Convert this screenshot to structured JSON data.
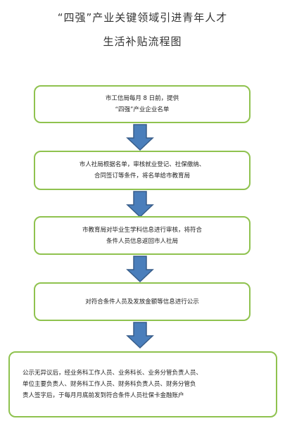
{
  "title": {
    "line1": "“四强”产业关键领域引进青年人才",
    "line2": "生活补贴流程图"
  },
  "steps": [
    {
      "lines": [
        "市工信局每月 8 日前，提供",
        "“四强”产业企业名单"
      ]
    },
    {
      "lines": [
        "市人社局根据名单，审核就业登记、社保缴纳、",
        "合同签订等条件，将名单给市教育局"
      ]
    },
    {
      "lines": [
        "市教育局对毕业生学科信息进行审核，将符合",
        "条件人员信息返回市人社局"
      ]
    },
    {
      "lines": [
        "对符合条件人员及发放金额等信息进行公示"
      ]
    },
    {
      "lines": [
        "公示无异议后，经业务科工作人员、业务科长、业务分管负责人员、",
        "单位主要负责人、财务科工作人员、财务科负责人员、财务分管负",
        "责人签字后，于每月月底前发到符合条件人员社保卡金融账户"
      ]
    }
  ],
  "colors": {
    "box_border": "#8fc24f",
    "arrow_fill": "#4a7ebb",
    "arrow_stroke": "#385d8a"
  },
  "arrow_icon": "down-arrow-icon"
}
